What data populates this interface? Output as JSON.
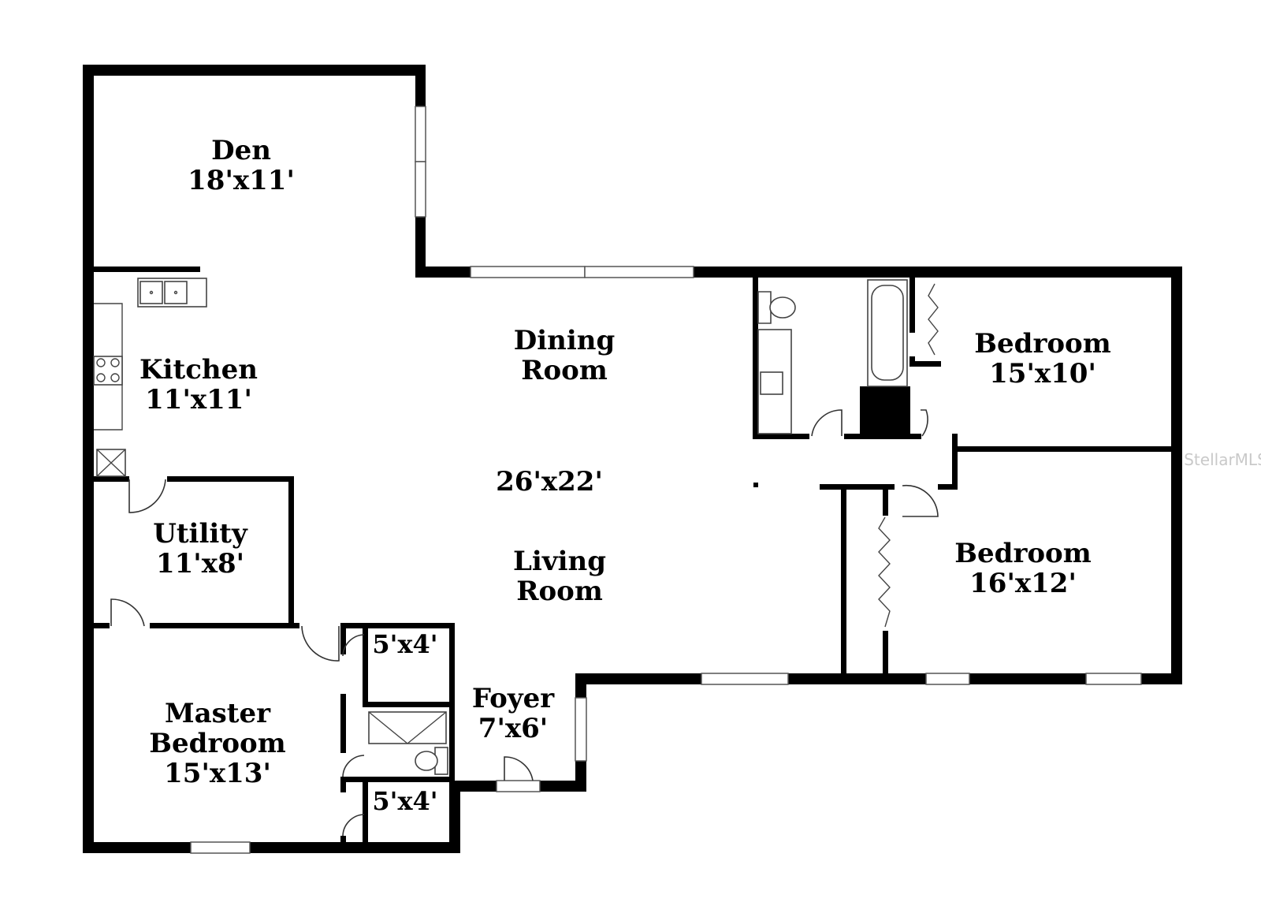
{
  "rooms": {
    "den": {
      "name": "Den",
      "size": "18'x11'"
    },
    "kitchen": {
      "name": "Kitchen",
      "size": "11'x11'"
    },
    "dining": {
      "name_line1": "Dining",
      "name_line2": "Room"
    },
    "great_room_size": "26'x22'",
    "living": {
      "name_line1": "Living",
      "name_line2": "Room"
    },
    "utility": {
      "name": "Utility",
      "size": "11'x8'"
    },
    "master": {
      "name_line1": "Master",
      "name_line2": "Bedroom",
      "size": "15'x13'"
    },
    "closet_upper": {
      "size": "5'x4'"
    },
    "closet_lower": {
      "size": "5'x4'"
    },
    "foyer": {
      "name": "Foyer",
      "size": "7'x6'"
    },
    "bedroom_1": {
      "name": "Bedroom",
      "size": "15'x10'"
    },
    "bedroom_2": {
      "name": "Bedroom",
      "size": "16'x12'"
    }
  },
  "watermark": "StellarMLS"
}
